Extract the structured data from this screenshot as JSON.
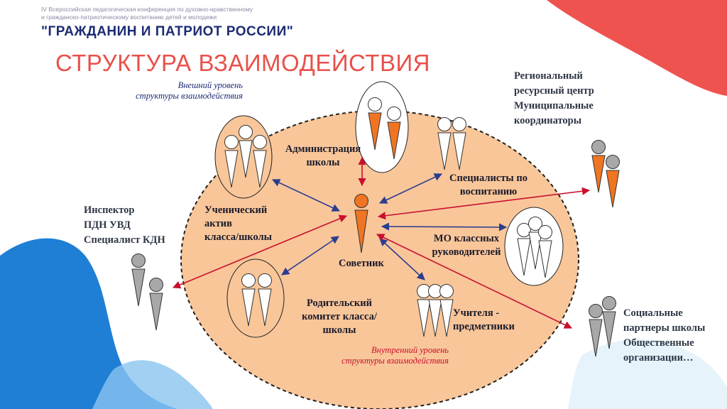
{
  "header": {
    "conference_line1": "IV Всероссийская педагогическая конференция по духовно-нравственному",
    "conference_line2": "и гражданско-патриотическому воспитанию детей и молодежи",
    "brand": "\"ГРАЖДАНИН И ПАТРИОТ РОССИИ\"",
    "title": "СТРУКТУРА ВЗАИМОДЕЙСТВИЯ"
  },
  "levels": {
    "outer": [
      "Внешний уровень",
      "структуры взаимодействия"
    ],
    "inner": [
      "Внутренний уровень",
      "структуры взаимодействия"
    ]
  },
  "center": {
    "label": "Советник"
  },
  "inner_groups": {
    "administration": [
      "Администрация",
      "школы"
    ],
    "specialists": [
      "Специалисты по",
      "воспитанию"
    ],
    "student_asset": [
      "Ученический",
      "актив",
      "класса/школы"
    ],
    "mo_teachers": [
      "МО классных",
      "руководителей"
    ],
    "parents": [
      "Родительский",
      "комитет класса/",
      "школы"
    ],
    "subject_teachers": [
      "Учителя -",
      "предметники"
    ]
  },
  "outer_groups": {
    "regional": [
      "Региональный",
      "ресурсный центр",
      "Муниципальные",
      "координаторы"
    ],
    "police": [
      "Инспектор",
      "ПДН УВД",
      "Специалист КДН"
    ],
    "partners": [
      "Социальные",
      "партнеры школы",
      "Общественные",
      "организации…"
    ]
  },
  "colors": {
    "title": "#e8514a",
    "brand": "#1d2b73",
    "ellipse_fill": "#f9c699",
    "figure_orange": "#f07522",
    "figure_grey": "#a8a8a8",
    "arrow_blue": "#2b3d8f",
    "arrow_red": "#c8102e",
    "deco_red": "#ef5350",
    "deco_blue": "#1e7fd4"
  }
}
